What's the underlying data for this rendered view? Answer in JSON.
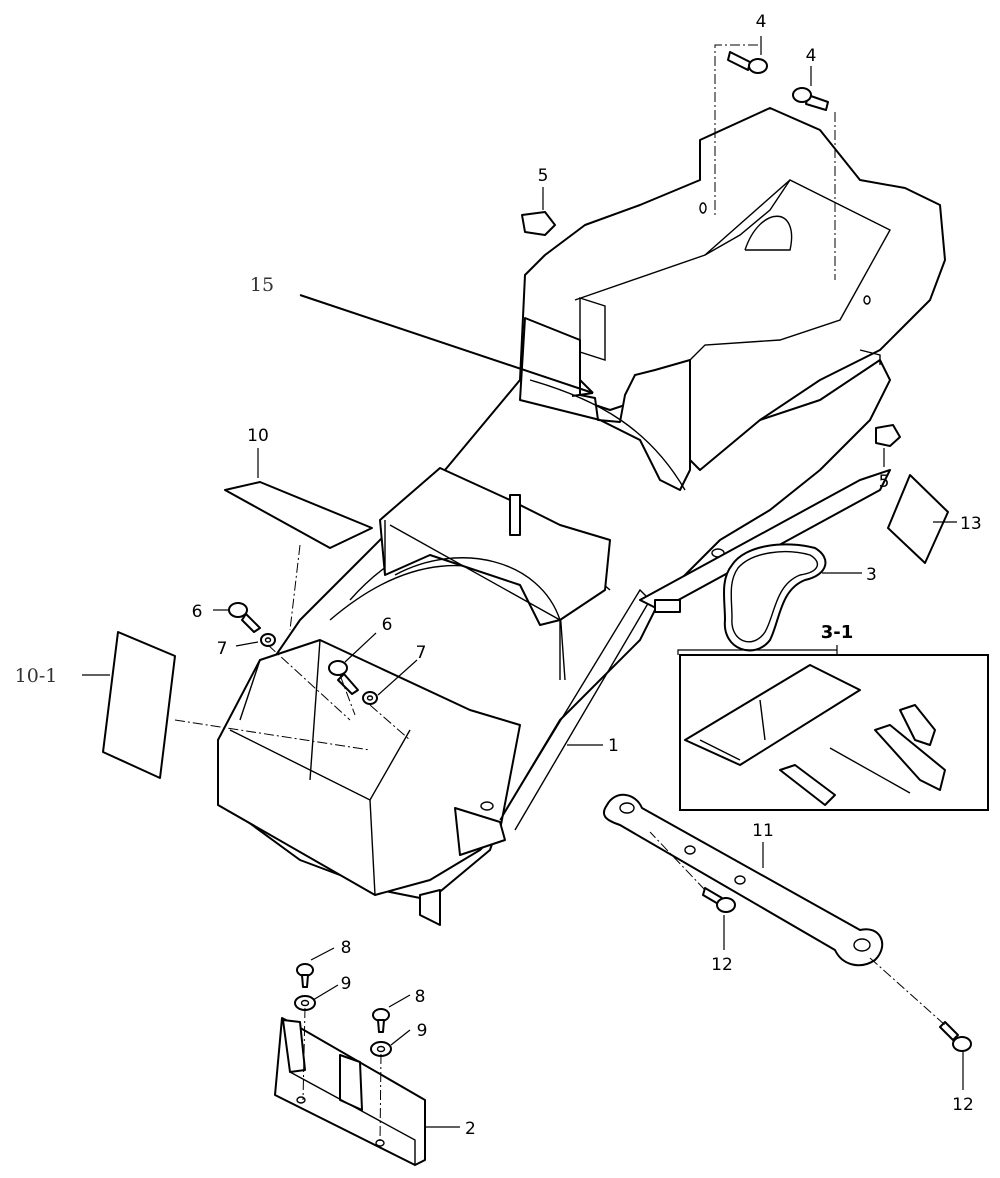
{
  "callouts": {
    "c1": "1",
    "c2": "2",
    "c3": "3",
    "c3_1": "3-1",
    "c4a": "4",
    "c4b": "4",
    "c5a": "5",
    "c5b": "5",
    "c6a": "6",
    "c6b": "6",
    "c7a": "7",
    "c7b": "7",
    "c8a": "8",
    "c8b": "8",
    "c9a": "9",
    "c9b": "9",
    "c10": "10",
    "c10_1": "10-1",
    "c11": "11",
    "c12a": "12",
    "c12b": "12",
    "c13": "13",
    "c15": "15"
  }
}
